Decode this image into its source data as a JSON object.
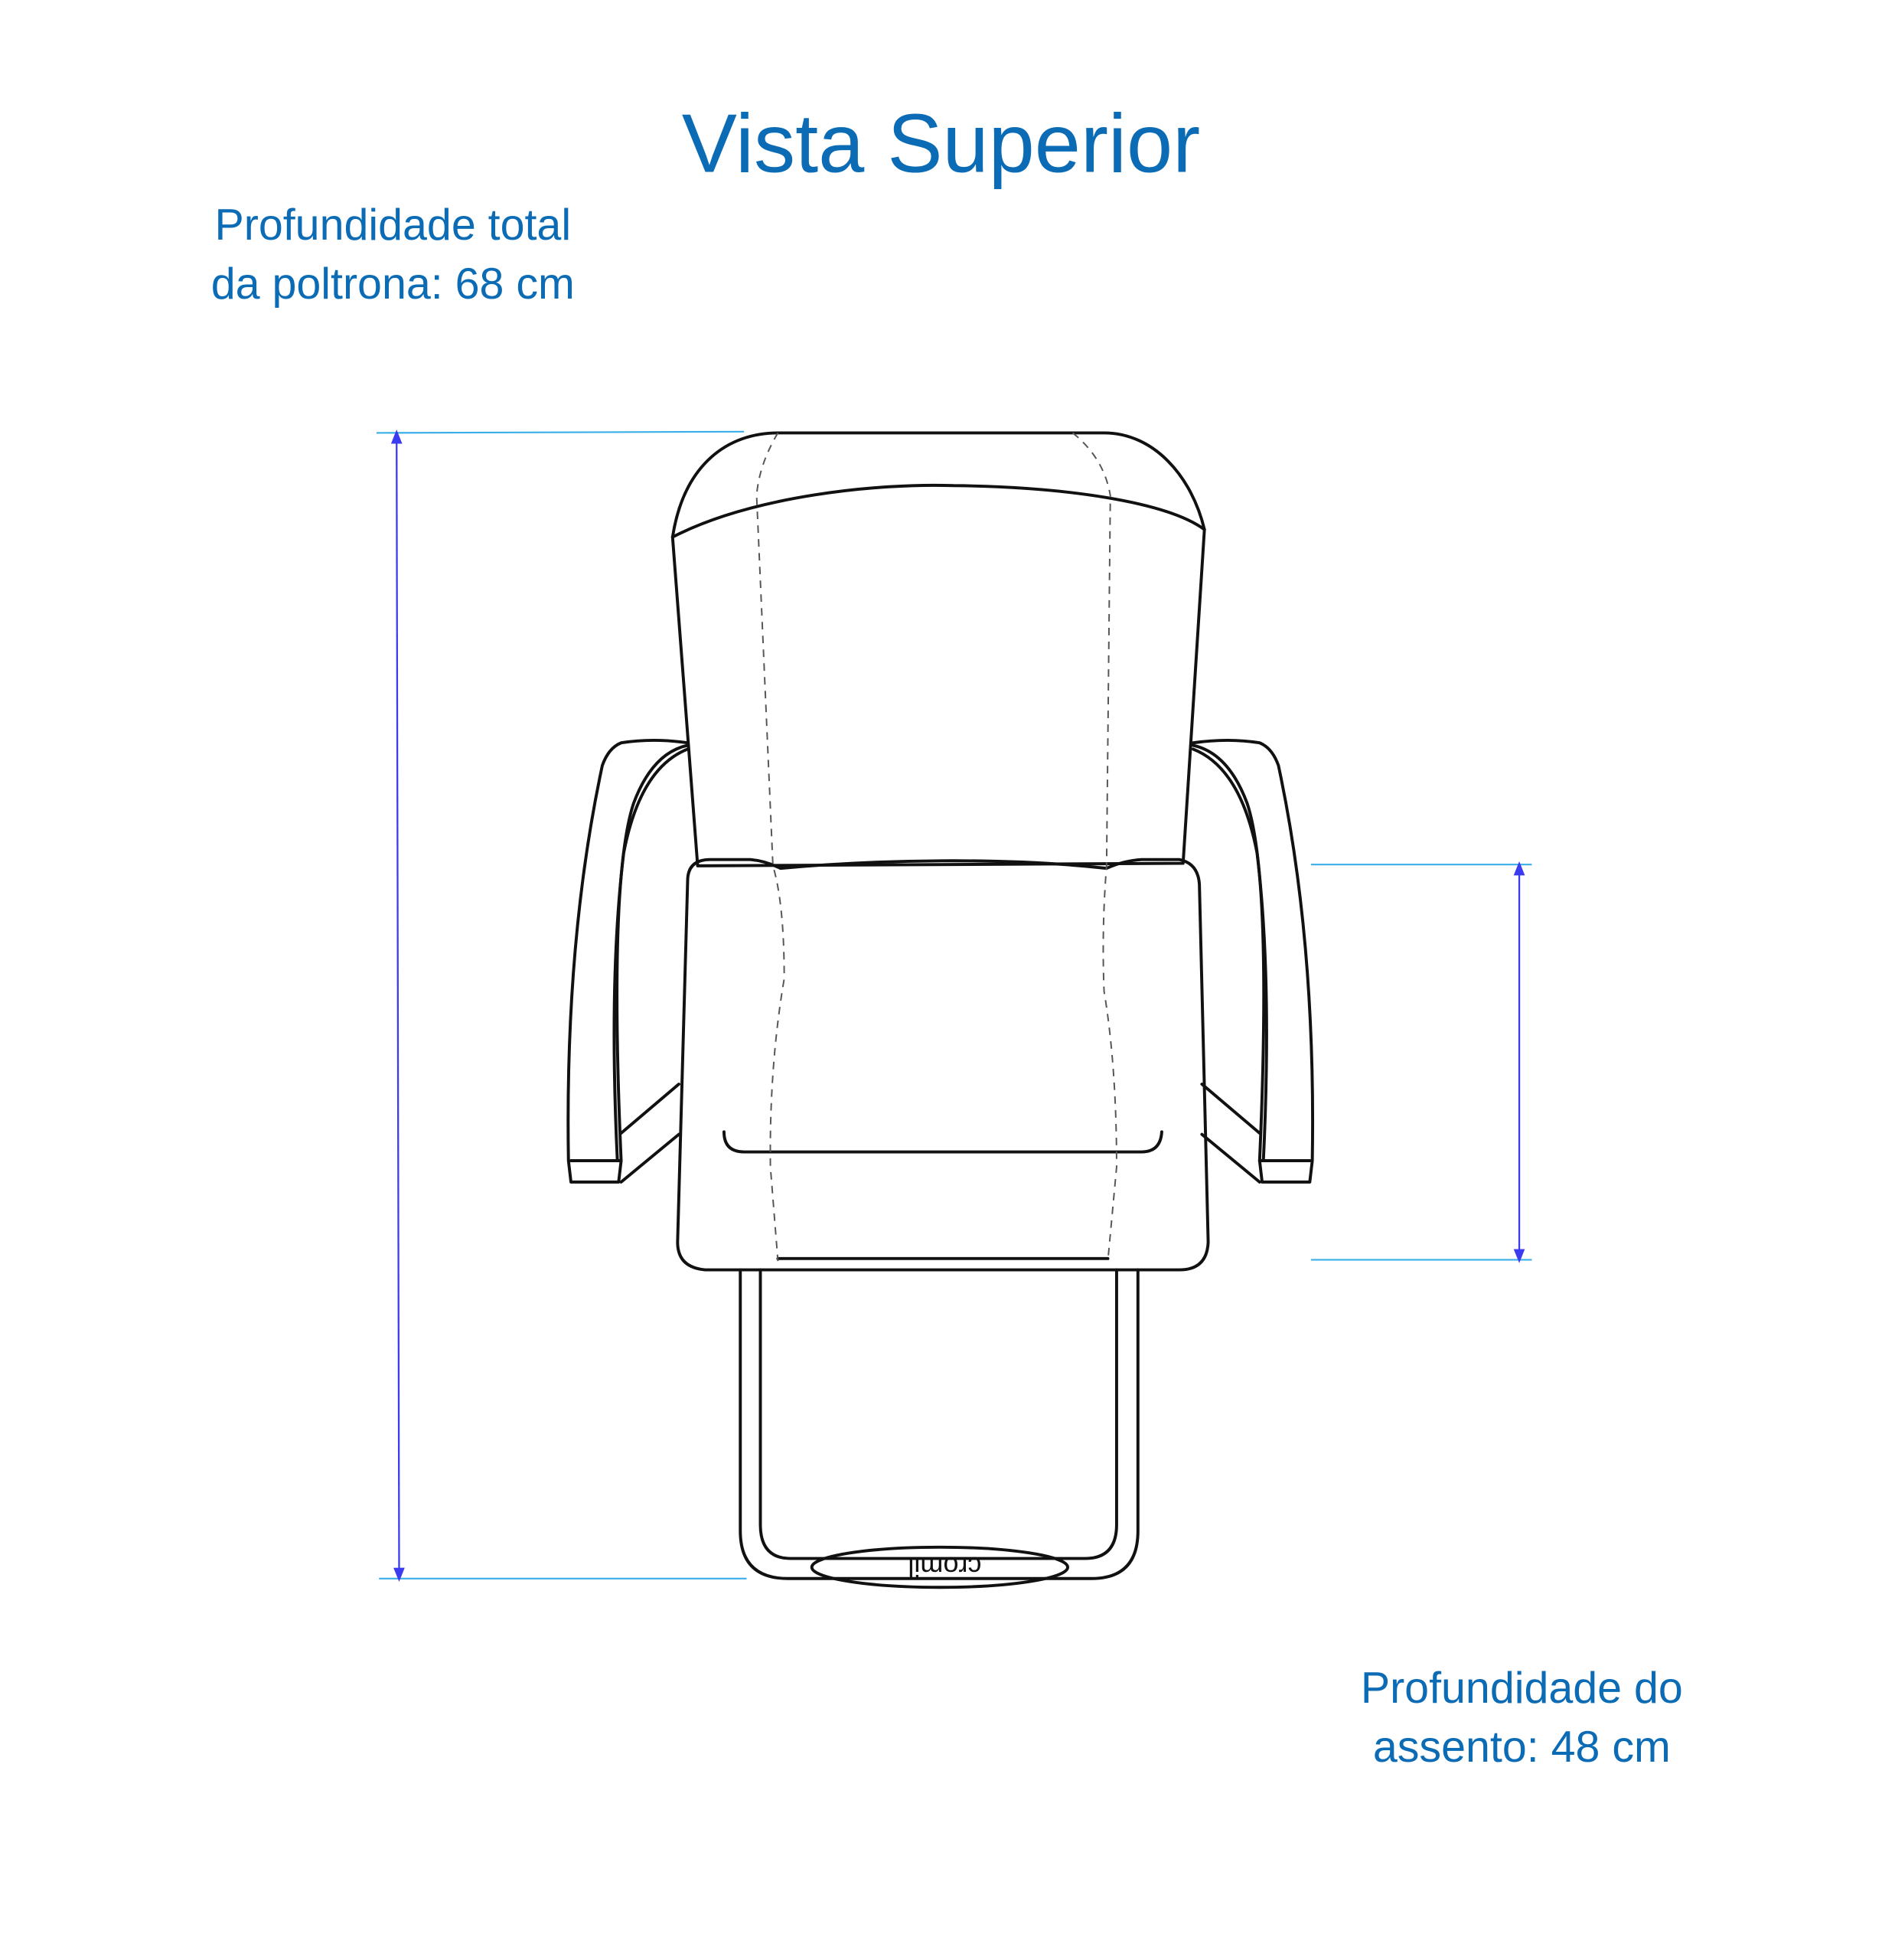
{
  "title": "Vista Superior",
  "labels": {
    "total_depth_line1": "Profundidade total",
    "total_depth_line2": "da poltrona: 68 cm",
    "seat_depth_line1": "Profundidade do",
    "seat_depth_line2": "assento: 48 cm"
  },
  "logo": "cromil",
  "colors": {
    "text": "#0b6cb5",
    "extension_line": "#3aaee8",
    "dimension_line": "#3b3bf0"
  }
}
